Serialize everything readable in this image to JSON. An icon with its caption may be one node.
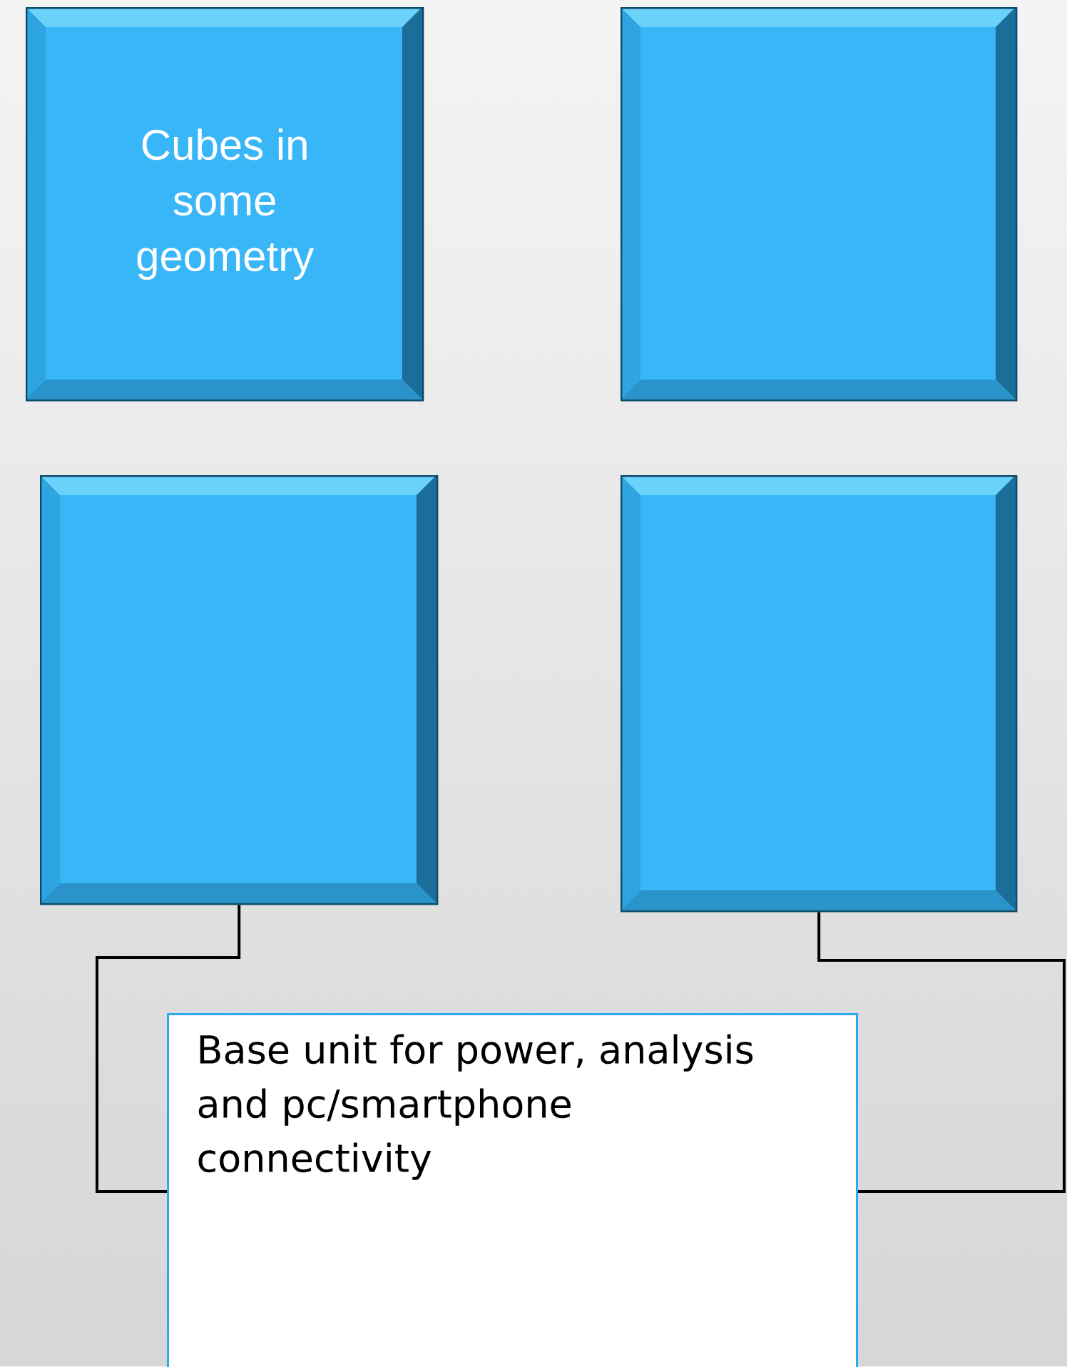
{
  "diagram": {
    "nodes": [
      {
        "text": [
          "Cubes in some geometry"
        ]
      },
      {
        "text": [],
        "shape": "box"
      },
      {
        "text": [],
        "shape": "box"
      },
      {
        "text": [],
        "shape": "box"
      },
      {
        "text": [
          "Base unit for power, analysis and pc/smartphone connectivity"
        ]
      }
    ],
    "edges": [
      {
        "from": 2,
        "to": 4,
        "arrow": "none"
      },
      {
        "from": 3,
        "to": 4,
        "arrow": "none"
      }
    ]
  }
}
